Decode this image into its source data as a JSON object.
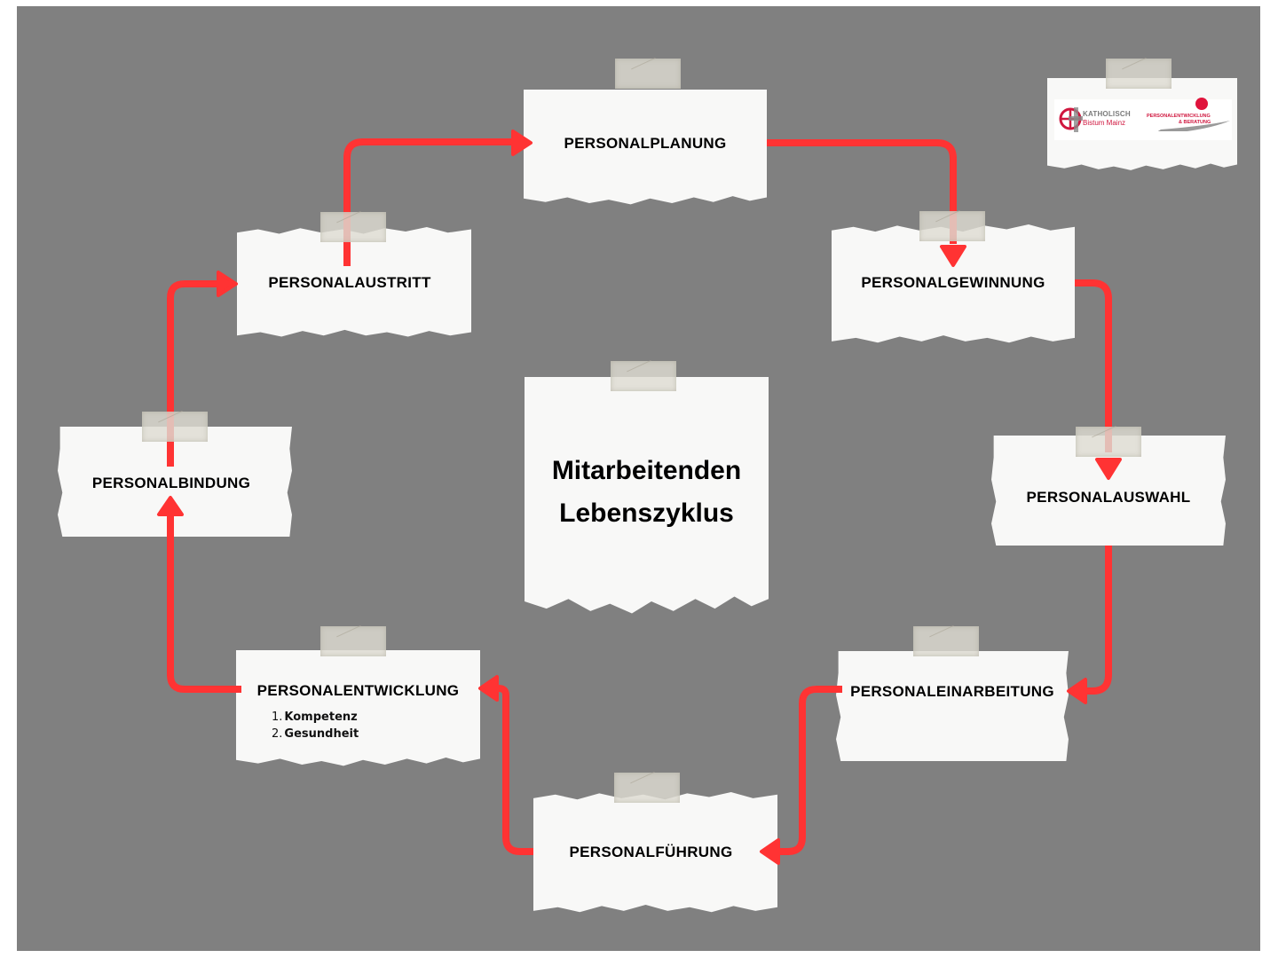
{
  "diagram": {
    "title_line1": "Mitarbeitenden",
    "title_line2": "Lebenszyklus",
    "arrow_color": "#ff3333",
    "background_color": "#808080",
    "stages": [
      {
        "id": "planung",
        "label": "PERSONALPLANUNG"
      },
      {
        "id": "gewinnung",
        "label": "PERSONALGEWINNUNG"
      },
      {
        "id": "auswahl",
        "label": "PERSONALAUSWAHL"
      },
      {
        "id": "einarbeitung",
        "label": "PERSONALEINARBEITUNG"
      },
      {
        "id": "fuehrung",
        "label": "PERSONALFÜHRUNG"
      },
      {
        "id": "entwicklung",
        "label": "PERSONALENTWICKLUNG",
        "subitems": [
          {
            "num": "1.",
            "text": "Kompetenz"
          },
          {
            "num": "2.",
            "text": "Gesundheit"
          }
        ]
      },
      {
        "id": "bindung",
        "label": "PERSONALBINDUNG"
      },
      {
        "id": "austritt",
        "label": "PERSONALAUSTRITT"
      }
    ],
    "flow": [
      "PERSONALPLANUNG",
      "PERSONALGEWINNUNG",
      "PERSONALAUSWAHL",
      "PERSONALEINARBEITUNG",
      "PERSONALFÜHRUNG",
      "PERSONALENTWICKLUNG",
      "PERSONALBINDUNG",
      "PERSONALAUSTRITT",
      "PERSONALPLANUNG"
    ]
  },
  "logos": {
    "left_line1": "KATHOLISCH",
    "left_line2": "Bistum Mainz",
    "right_line1": "PERSONALENTWICKLUNG",
    "right_line2": "& BERATUNG"
  }
}
